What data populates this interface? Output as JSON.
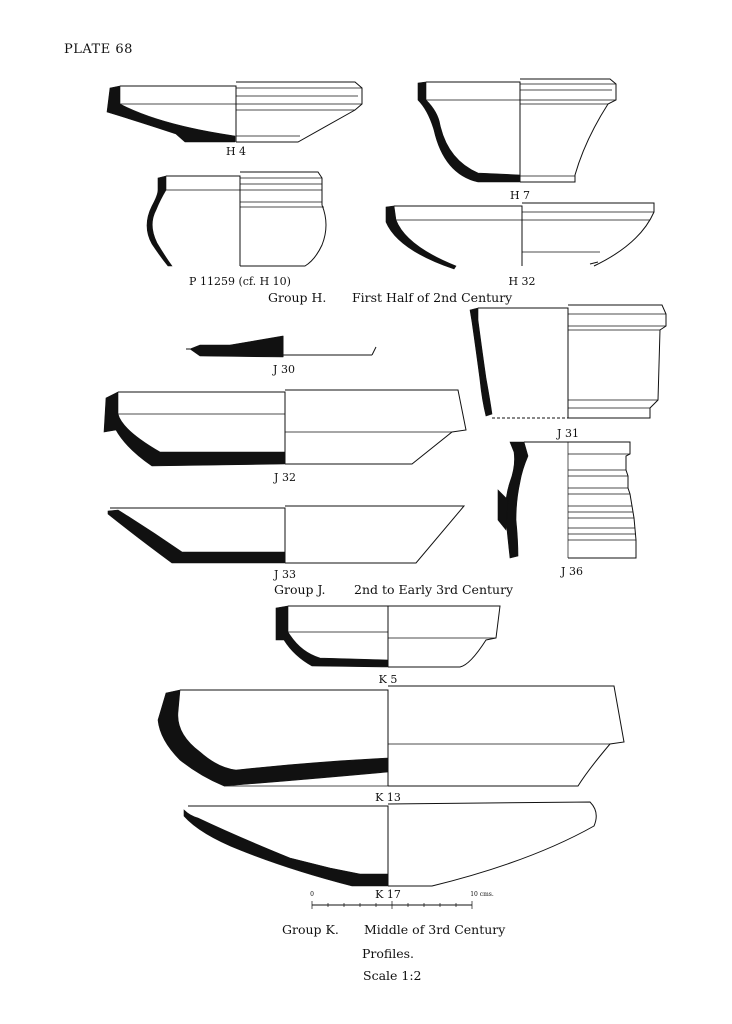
{
  "plate_title": "PLATE 68",
  "vessel_labels": {
    "h4": "H 4",
    "h7": "H 7",
    "p11259": "P 11259 (cf. H 10)",
    "h32": "H 32",
    "j30": "J 30",
    "j31": "J 31",
    "j32": "J 32",
    "j33": "J 33",
    "j36": "J 36",
    "k5": "K 5",
    "k13": "K 13",
    "k17": "K 17"
  },
  "groups": {
    "h": {
      "name": "Group H.",
      "date": "First Half of 2nd Century"
    },
    "j": {
      "name": "Group J.",
      "date": "2nd to Early 3rd Century"
    },
    "k": {
      "name": "Group K.",
      "date": "Middle of 3rd Century"
    }
  },
  "scale_bar": {
    "start_label": "0",
    "end_label": "10 cms."
  },
  "footer": {
    "profiles": "Profiles.",
    "scale": "Scale 1:2"
  }
}
